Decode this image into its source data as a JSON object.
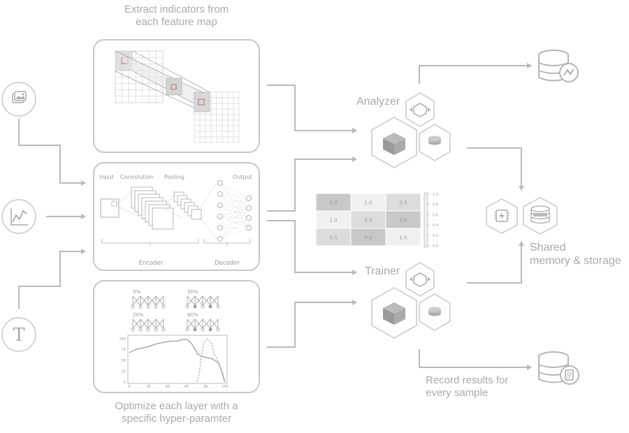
{
  "captions": {
    "top": [
      "Extract indicators from",
      "each feature map"
    ],
    "bottom": [
      "Optimize each layer with a",
      "specific hyper-paramter"
    ],
    "analyzer": "Analyzer",
    "trainer": "Trainer",
    "shared": [
      "Shared",
      "memory & storage"
    ],
    "record": [
      "Record results for",
      "every sample"
    ]
  },
  "cnn": {
    "input": "Input",
    "convolution": "Convolution",
    "pooling": "Pooling",
    "output": "Output",
    "encoder": "Encoder",
    "decoder": "Decoder"
  },
  "dropout": {
    "labels": [
      "0%",
      "50%",
      "20%",
      "80%"
    ]
  },
  "plot": {
    "yticks": [
      "100",
      "75",
      "50",
      "25",
      "0"
    ],
    "xticks": [
      "0",
      "20",
      "40",
      "60",
      "80",
      "100"
    ]
  },
  "matrix": {
    "cells": [
      [
        "0.0",
        "1.0",
        "0.5"
      ],
      [
        "1.0",
        "0.5",
        "0.0"
      ],
      [
        "0.5",
        "0.0",
        "1.0"
      ]
    ],
    "colorbar_ticks": [
      "1.0",
      "0.8",
      "0.6",
      "0.4",
      "0.2",
      "0.0"
    ]
  },
  "icons": {
    "left": [
      "image-icon",
      "chart-line-icon",
      "text-icon"
    ],
    "right": [
      "database-analysis-icon",
      "database-document-icon"
    ]
  },
  "colors": {
    "line": "#b9b9b9",
    "text": "#aaaaaa",
    "border": "#c8c8c8"
  }
}
